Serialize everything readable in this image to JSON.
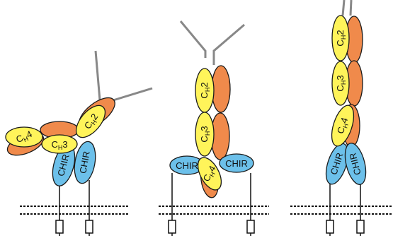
{
  "colors": {
    "orange": "#f08a4b",
    "yellow": "#fff45a",
    "blue": "#6cc0ea",
    "stroke": "#1a1a1a",
    "stalk": "#888888"
  },
  "labels": {
    "ch": "C",
    "sub_h": "H",
    "n2": "2",
    "n3": "3",
    "n4": "4",
    "chir": "CHIR"
  }
}
